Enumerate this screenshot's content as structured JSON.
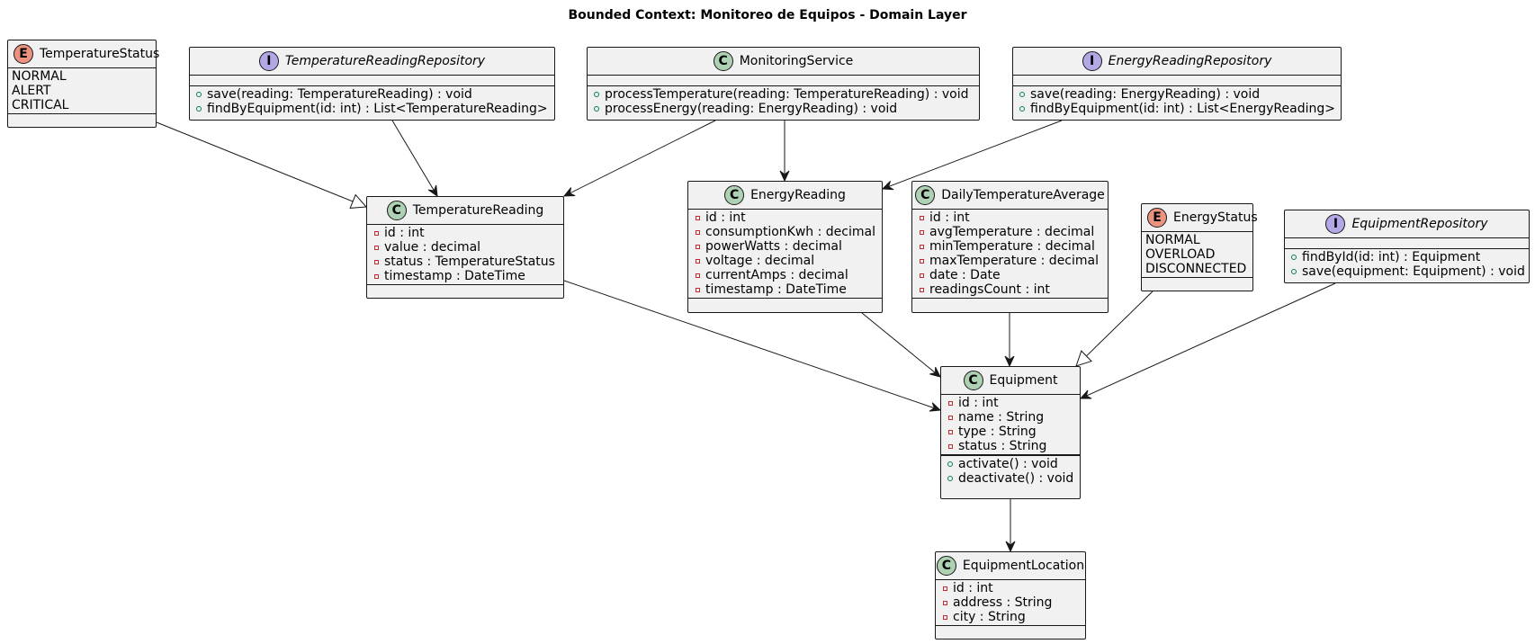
{
  "title": "Bounded Context: Monitoreo de Equipos - Domain Layer",
  "colors": {
    "class_fill": "#f1f1f1",
    "border": "#181818",
    "class_badge": "#add1b2",
    "interface_badge": "#b4a7e5",
    "enum_badge": "#eb937f",
    "private_marker": "#c82930",
    "public_marker": "#038048"
  },
  "elements": [
    {
      "id": "temperature-status",
      "kind": "enum",
      "badge": "E",
      "name": "TemperatureStatus",
      "literals": [
        "NORMAL",
        "ALERT",
        "CRITICAL"
      ]
    },
    {
      "id": "temperature-reading-repository",
      "kind": "interface",
      "badge": "I",
      "name": "TemperatureReadingRepository",
      "methods": [
        "save(reading: TemperatureReading) : void",
        "findByEquipment(id: int) : List<TemperatureReading>"
      ]
    },
    {
      "id": "monitoring-service",
      "kind": "class",
      "badge": "C",
      "name": "MonitoringService",
      "methods": [
        "processTemperature(reading: TemperatureReading) : void",
        "processEnergy(reading: EnergyReading) : void"
      ]
    },
    {
      "id": "energy-reading-repository",
      "kind": "interface",
      "badge": "I",
      "name": "EnergyReadingRepository",
      "methods": [
        "save(reading: EnergyReading) : void",
        "findByEquipment(id: int) : List<EnergyReading>"
      ]
    },
    {
      "id": "temperature-reading",
      "kind": "class",
      "badge": "C",
      "name": "TemperatureReading",
      "fields": [
        "id : int",
        "value : decimal",
        "status : TemperatureStatus",
        "timestamp : DateTime"
      ]
    },
    {
      "id": "energy-reading",
      "kind": "class",
      "badge": "C",
      "name": "EnergyReading",
      "fields": [
        "id : int",
        "consumptionKwh : decimal",
        "powerWatts : decimal",
        "voltage : decimal",
        "currentAmps : decimal",
        "timestamp : DateTime"
      ]
    },
    {
      "id": "daily-temperature-average",
      "kind": "class",
      "badge": "C",
      "name": "DailyTemperatureAverage",
      "fields": [
        "id : int",
        "avgTemperature : decimal",
        "minTemperature : decimal",
        "maxTemperature : decimal",
        "date : Date",
        "readingsCount : int"
      ]
    },
    {
      "id": "energy-status",
      "kind": "enum",
      "badge": "E",
      "name": "EnergyStatus",
      "literals": [
        "NORMAL",
        "OVERLOAD",
        "DISCONNECTED"
      ]
    },
    {
      "id": "equipment-repository",
      "kind": "interface",
      "badge": "I",
      "name": "EquipmentRepository",
      "methods": [
        "findById(id: int) : Equipment",
        "save(equipment: Equipment) : void"
      ]
    },
    {
      "id": "equipment",
      "kind": "class",
      "badge": "C",
      "name": "Equipment",
      "fields": [
        "id : int",
        "name : String",
        "type : String",
        "status : String"
      ],
      "methods": [
        "activate() : void",
        "deactivate() : void"
      ]
    },
    {
      "id": "equipment-location",
      "kind": "class",
      "badge": "C",
      "name": "EquipmentLocation",
      "fields": [
        "id : int",
        "address : String",
        "city : String"
      ]
    }
  ],
  "relations": [
    {
      "from": "temperature-status",
      "to": "temperature-reading",
      "type": "extension"
    },
    {
      "from": "temperature-reading-repository",
      "to": "temperature-reading",
      "type": "association"
    },
    {
      "from": "monitoring-service",
      "to": "temperature-reading",
      "type": "association"
    },
    {
      "from": "monitoring-service",
      "to": "energy-reading",
      "type": "association"
    },
    {
      "from": "energy-reading-repository",
      "to": "energy-reading",
      "type": "association"
    },
    {
      "from": "temperature-reading",
      "to": "equipment",
      "type": "association"
    },
    {
      "from": "energy-reading",
      "to": "equipment",
      "type": "association"
    },
    {
      "from": "daily-temperature-average",
      "to": "equipment",
      "type": "association"
    },
    {
      "from": "energy-status",
      "to": "equipment",
      "type": "extension"
    },
    {
      "from": "equipment-repository",
      "to": "equipment",
      "type": "association"
    },
    {
      "from": "equipment",
      "to": "equipment-location",
      "type": "association"
    }
  ]
}
